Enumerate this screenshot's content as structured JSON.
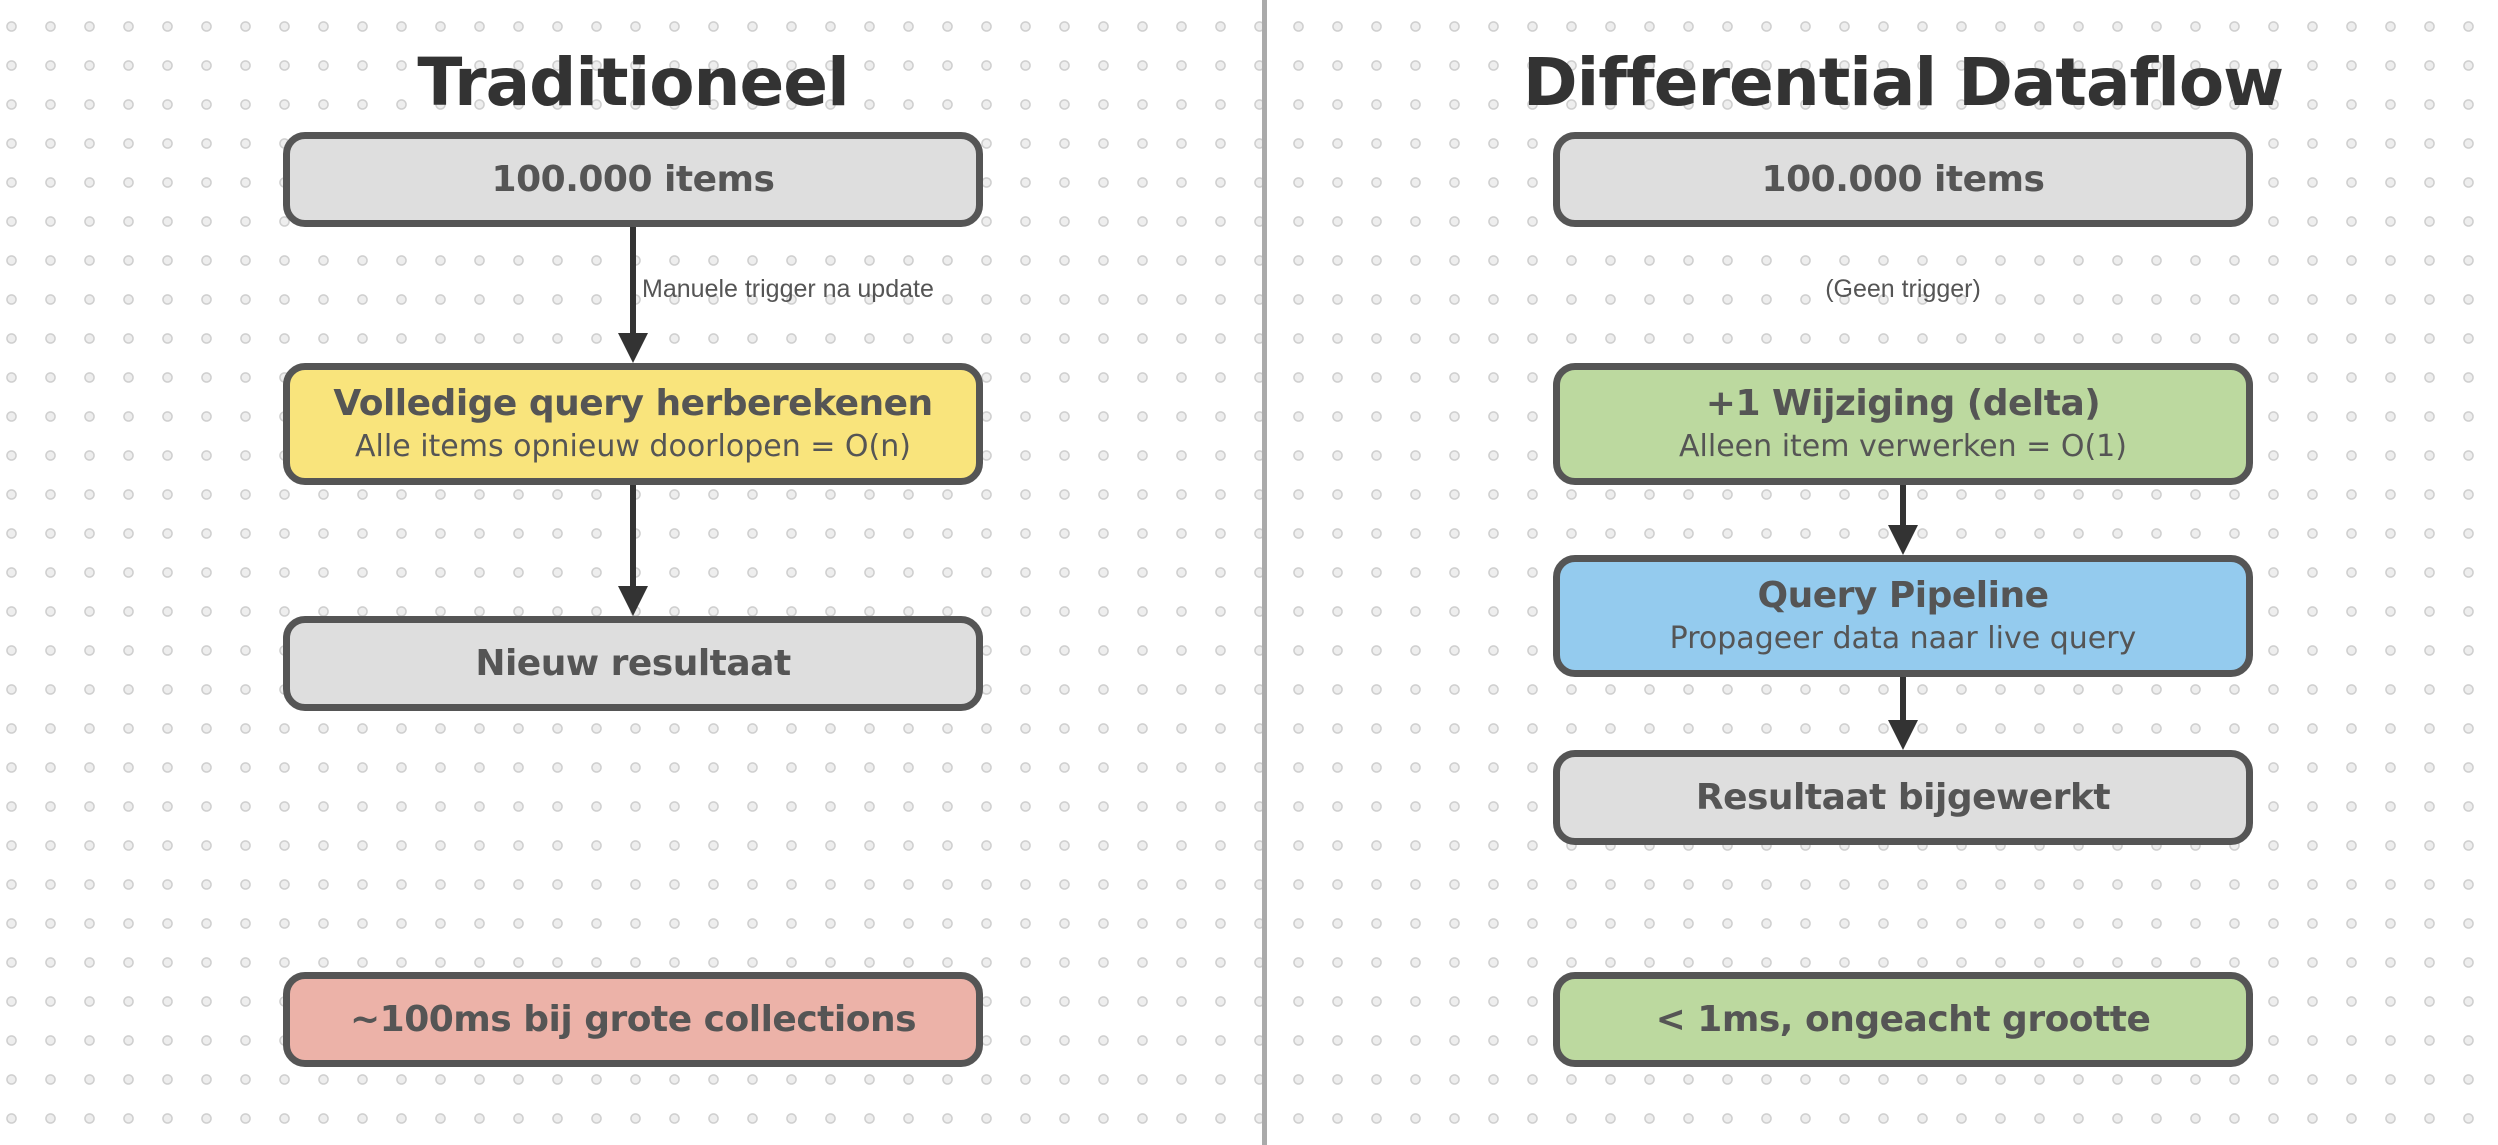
{
  "colors": {
    "border": "#555555",
    "text": "#555555",
    "title": "#333333",
    "arrow": "#333333",
    "divider": "#aaaaaa",
    "gray": "#dedede",
    "yellow": "#f9e47c",
    "green": "#bcd99f",
    "blue": "#94cbee",
    "pink": "#ecb2a8"
  },
  "traditional": {
    "title": "Traditioneel",
    "source": {
      "label": "100.000 items"
    },
    "edge1": {
      "label": "Manuele trigger na update"
    },
    "recompute": {
      "label": "Volledige query herberekenen",
      "sublabel": "Alle items opnieuw doorlopen = O(n)"
    },
    "result": {
      "label": "Nieuw resultaat"
    },
    "performance": {
      "label": "~100ms bij grote collections"
    }
  },
  "differential": {
    "title": "Differential Dataflow",
    "source": {
      "label": "100.000 items"
    },
    "edge1": {
      "label": "(Geen trigger)"
    },
    "delta": {
      "label": "+1 Wijziging (delta)",
      "sublabel": "Alleen item verwerken = O(1)"
    },
    "pipeline": {
      "label": "Query Pipeline",
      "sublabel": "Propageer data naar live query"
    },
    "result": {
      "label": "Resultaat bijgewerkt"
    },
    "performance": {
      "label": "< 1ms, ongeacht grootte"
    }
  }
}
